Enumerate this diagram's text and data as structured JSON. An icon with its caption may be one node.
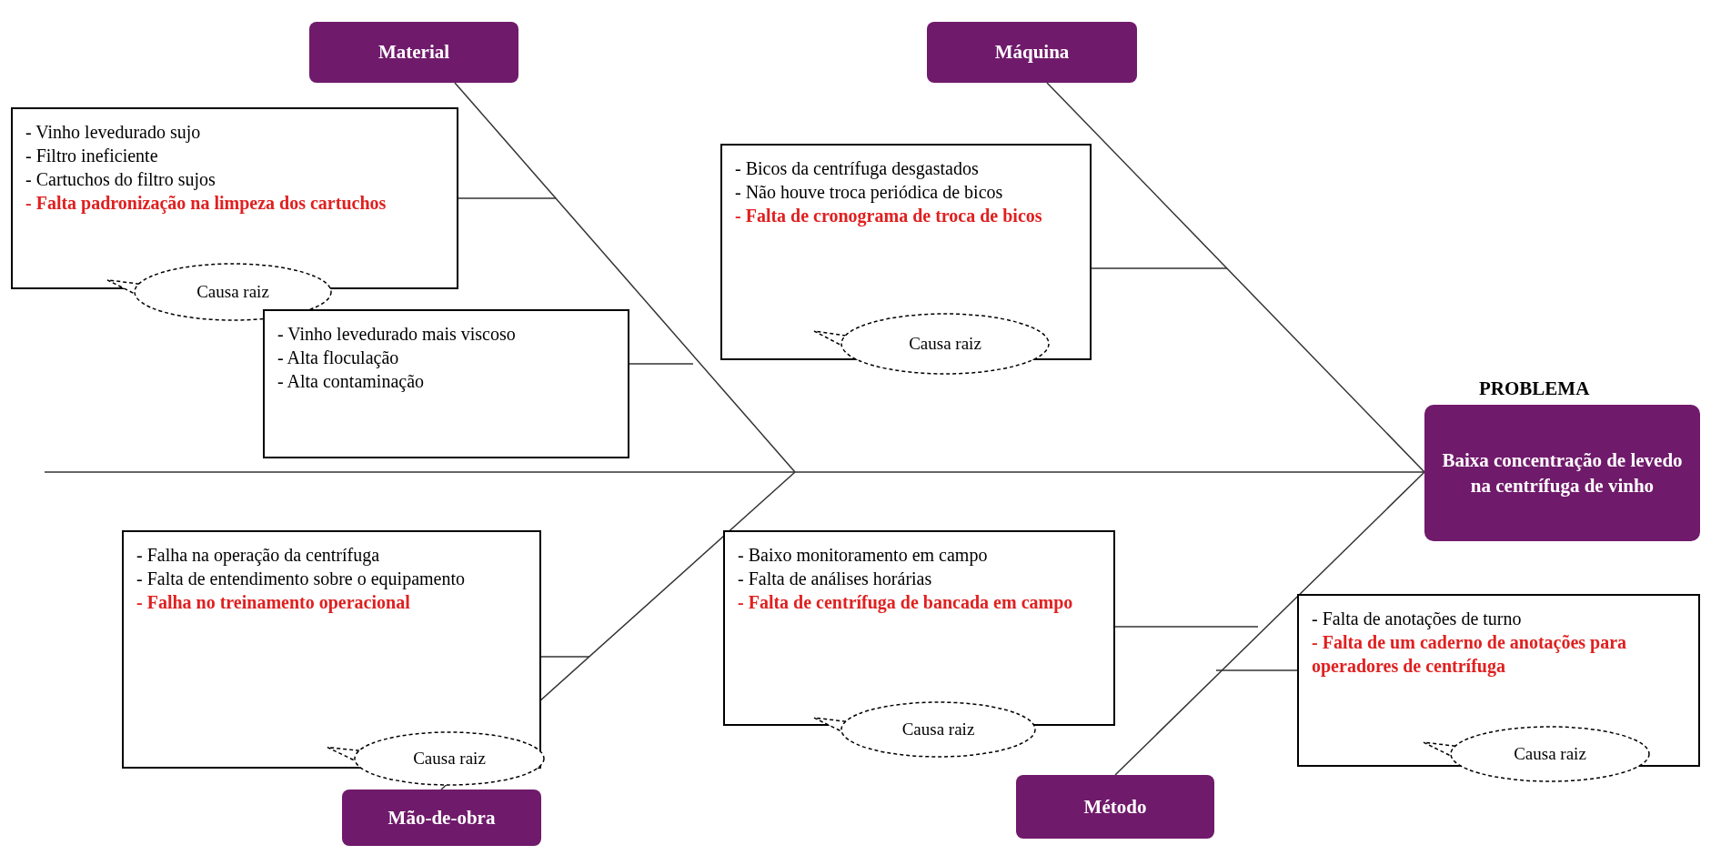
{
  "diagram": {
    "nodes": [
      {
        "text": [
          "Material"
        ]
      },
      {
        "text": [
          "- Vinho levedurado sujo",
          "- Filtro ineficiente",
          "- Cartuchos do filtro sujos",
          "- Falta padronização na limpeza dos cartuchos"
        ]
      },
      {
        "text": [
          "Causa raiz"
        ]
      },
      {
        "text": [
          "- Vinho levedurado mais viscoso",
          "- Alta floculação",
          "- Alta contaminação"
        ]
      },
      {
        "text": [
          "Máquina"
        ]
      },
      {
        "text": [
          "- Bicos da centrífuga desgastados",
          "- Não houve troca periódica de bicos",
          "- Falta de cronograma de troca de bicos"
        ]
      },
      {
        "text": [
          "Causa raiz"
        ]
      },
      {
        "text": [
          "PROBLEMA",
          "Baixa concentração de levedo na centrífuga de vinho"
        ]
      },
      {
        "text": [
          "Mão-de-obra"
        ]
      },
      {
        "text": [
          "- Falha na operação da centrífuga",
          "- Falta de entendimento sobre o equipamento",
          "- Falha no treinamento operacional"
        ]
      },
      {
        "text": [
          "Causa raiz"
        ]
      },
      {
        "text": [
          "Método"
        ]
      },
      {
        "text": [
          "- Baixo monitoramento em campo",
          "- Falta de análises horárias",
          "- Falta de centrífuga de bancada em campo"
        ]
      },
      {
        "text": [
          "Causa raiz"
        ]
      },
      {
        "text": [
          "- Falta de anotações de turno",
          "- Falta de um caderno de anotações para operadores de centrífuga"
        ]
      },
      {
        "text": [
          "Causa raiz"
        ]
      }
    ],
    "edges": [
      {
        "from": null,
        "to": 7,
        "arrow": "none"
      },
      {
        "from": 0,
        "to": null,
        "arrow": "none"
      },
      {
        "from": 1,
        "to": null,
        "arrow": "none"
      },
      {
        "from": 3,
        "to": null,
        "arrow": "none"
      },
      {
        "from": 4,
        "to": 7,
        "arrow": "none"
      },
      {
        "from": 5,
        "to": null,
        "arrow": "none"
      },
      {
        "from": 8,
        "to": null,
        "arrow": "none"
      },
      {
        "from": 9,
        "to": null,
        "arrow": "none"
      },
      {
        "from": 11,
        "to": 7,
        "arrow": "none"
      },
      {
        "from": 12,
        "to": null,
        "arrow": "none"
      },
      {
        "from": 14,
        "to": null,
        "arrow": "none"
      }
    ]
  }
}
